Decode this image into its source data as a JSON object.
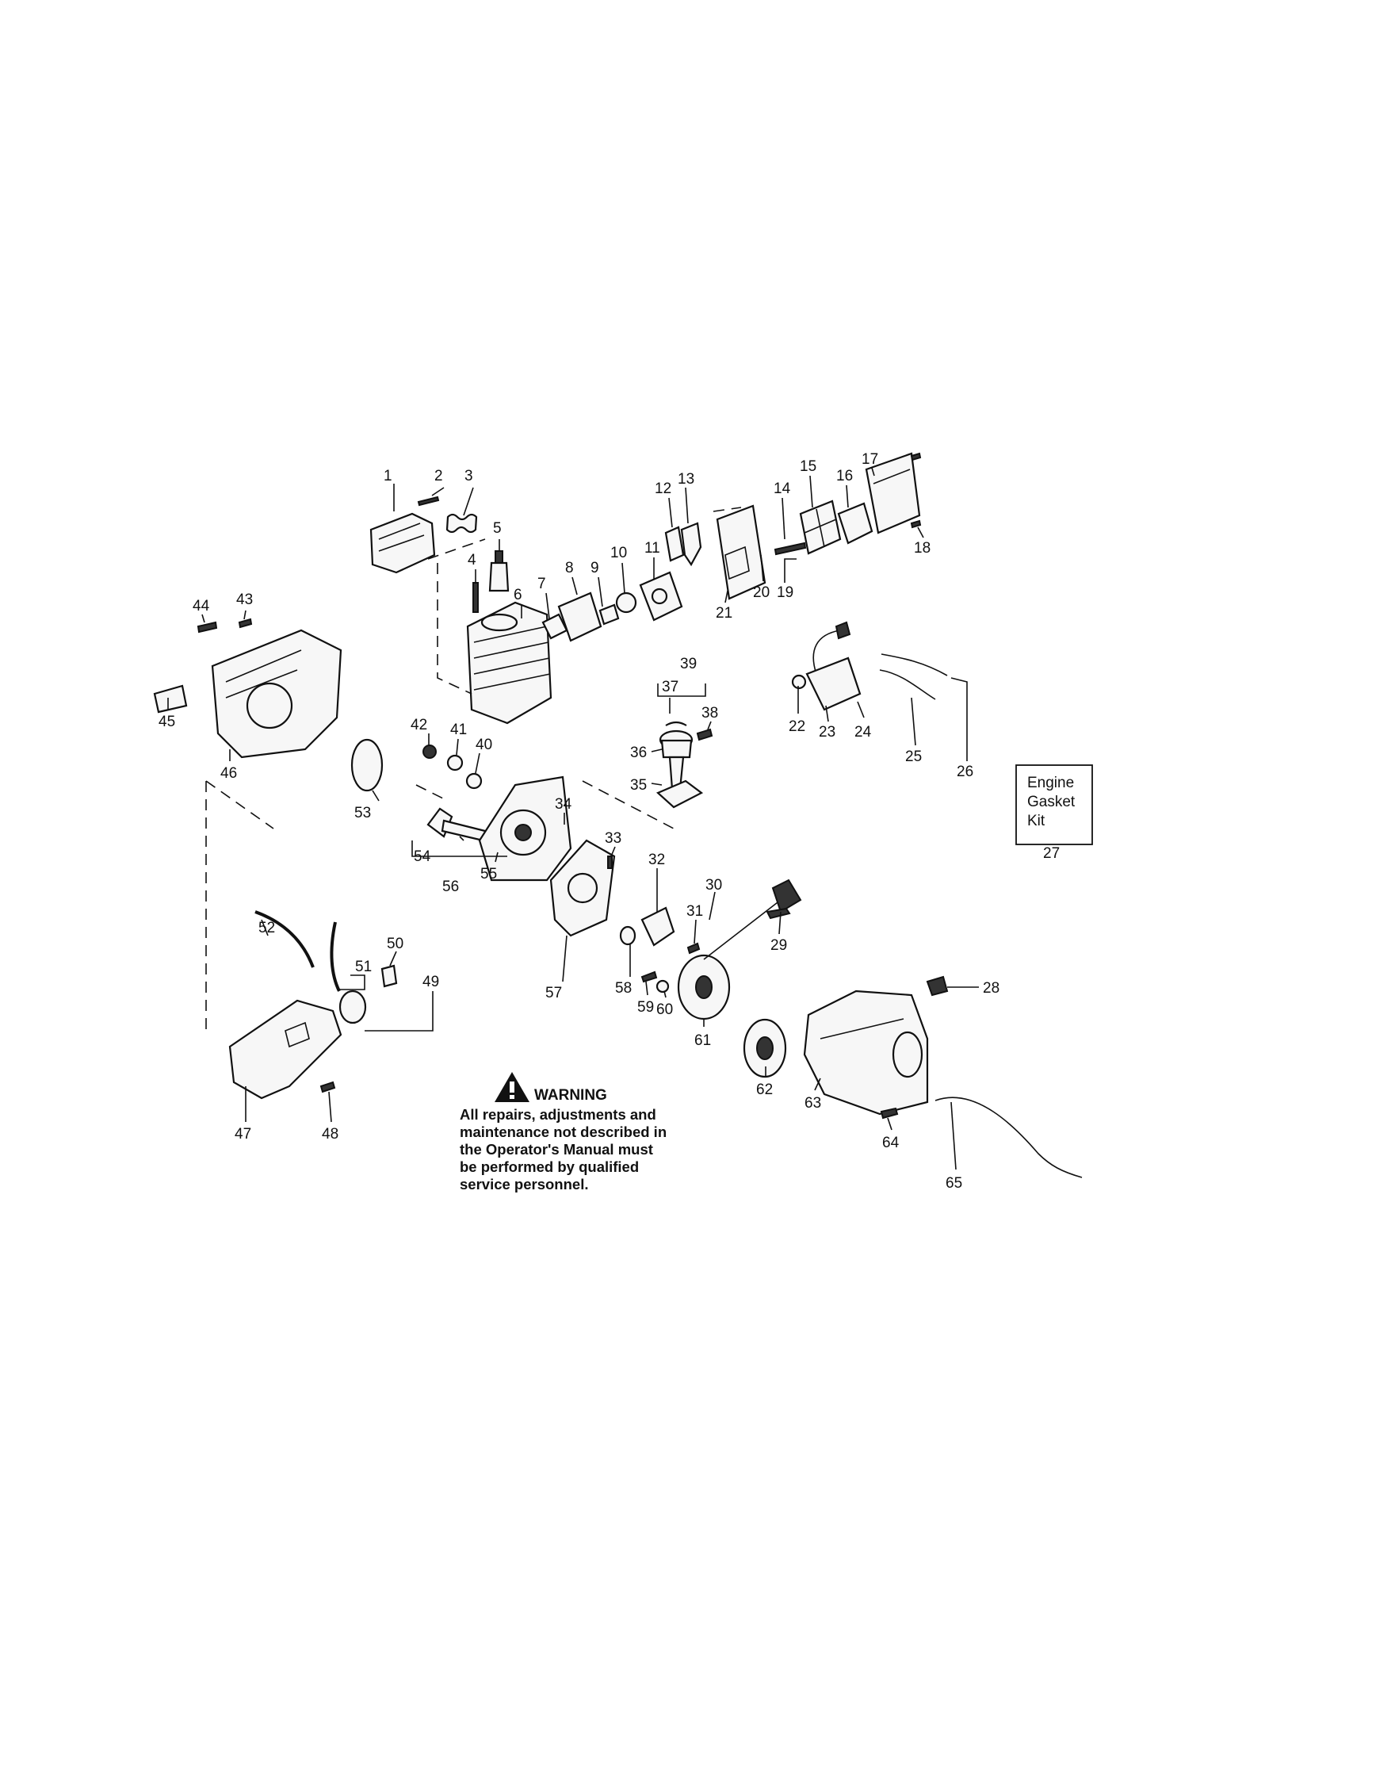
{
  "part_numbers": [
    "1",
    "2",
    "3",
    "4",
    "5",
    "6",
    "7",
    "8",
    "9",
    "10",
    "11",
    "12",
    "13",
    "14",
    "15",
    "16",
    "17",
    "18",
    "19",
    "20",
    "21",
    "22",
    "23",
    "24",
    "25",
    "26",
    "27",
    "28",
    "29",
    "30",
    "31",
    "32",
    "33",
    "34",
    "35",
    "36",
    "37",
    "38",
    "39",
    "40",
    "41",
    "42",
    "43",
    "44",
    "45",
    "46",
    "47",
    "48",
    "49",
    "50",
    "51",
    "52",
    "53",
    "54",
    "55",
    "56",
    "57",
    "58",
    "59",
    "60",
    "61",
    "62",
    "63",
    "64",
    "65"
  ],
  "warning": {
    "title": "WARNING",
    "lines": [
      "All repairs, adjustments and",
      "maintenance not described in",
      "the Operator's Manual must",
      "be performed by qualified",
      "service personnel."
    ]
  },
  "gasket_kit": {
    "lines": [
      "Engine",
      "Gasket",
      "Kit"
    ]
  }
}
